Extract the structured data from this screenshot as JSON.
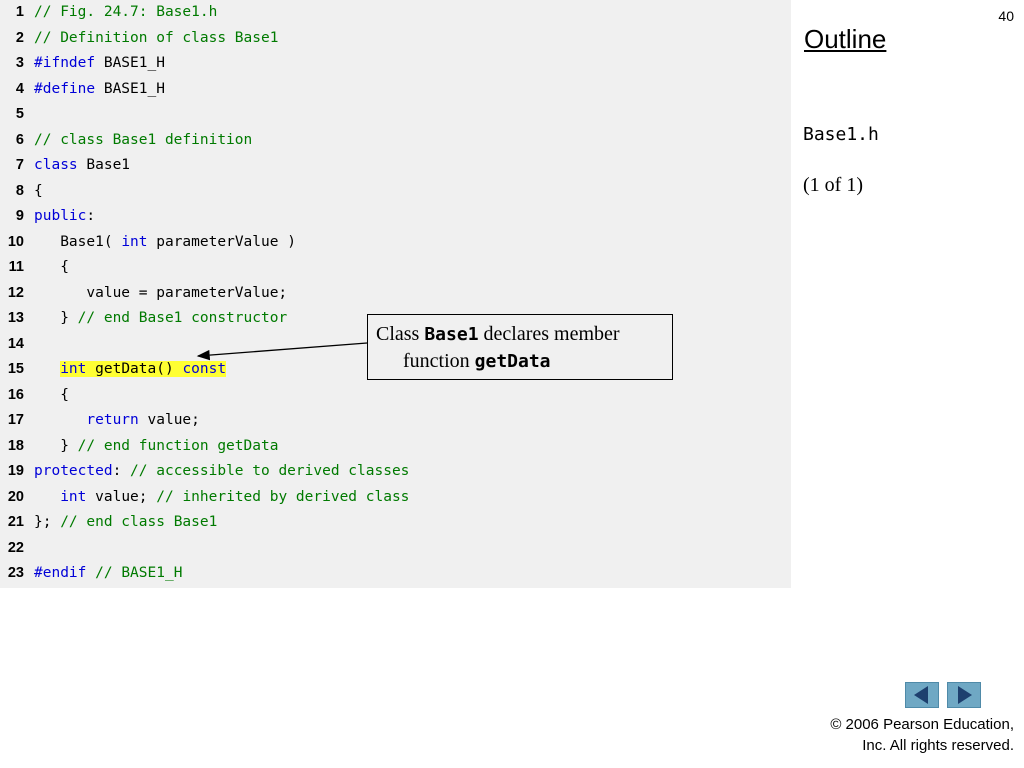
{
  "slide": {
    "number": "40"
  },
  "sidebar": {
    "title": "Outline",
    "file_name": "Base1.h",
    "page_indicator": "(1 of 1)"
  },
  "code": {
    "lines": [
      {
        "num": "1",
        "segments": [
          {
            "t": "// Fig. 24.7: Base1.h",
            "c": "cm"
          }
        ]
      },
      {
        "num": "2",
        "segments": [
          {
            "t": "// Definition of class Base1",
            "c": "cm"
          }
        ]
      },
      {
        "num": "3",
        "segments": [
          {
            "t": "#ifndef",
            "c": "kw"
          },
          {
            "t": " BASE1_H",
            "c": ""
          }
        ]
      },
      {
        "num": "4",
        "segments": [
          {
            "t": "#define",
            "c": "kw"
          },
          {
            "t": " BASE1_H",
            "c": ""
          }
        ]
      },
      {
        "num": "5",
        "segments": []
      },
      {
        "num": "6",
        "segments": [
          {
            "t": "// class Base1 definition",
            "c": "cm"
          }
        ]
      },
      {
        "num": "7",
        "segments": [
          {
            "t": "class",
            "c": "kw"
          },
          {
            "t": " Base1",
            "c": ""
          }
        ]
      },
      {
        "num": "8",
        "segments": [
          {
            "t": "{",
            "c": ""
          }
        ]
      },
      {
        "num": "9",
        "segments": [
          {
            "t": "public",
            "c": "kw"
          },
          {
            "t": ":",
            "c": ""
          }
        ]
      },
      {
        "num": "10",
        "segments": [
          {
            "t": "   Base1( ",
            "c": ""
          },
          {
            "t": "int",
            "c": "kw"
          },
          {
            "t": " parameterValue )",
            "c": ""
          }
        ]
      },
      {
        "num": "11",
        "segments": [
          {
            "t": "   {",
            "c": ""
          }
        ]
      },
      {
        "num": "12",
        "segments": [
          {
            "t": "      value = parameterValue;",
            "c": ""
          }
        ]
      },
      {
        "num": "13",
        "segments": [
          {
            "t": "   } ",
            "c": ""
          },
          {
            "t": "// end Base1 constructor",
            "c": "cm"
          }
        ]
      },
      {
        "num": "14",
        "segments": []
      },
      {
        "num": "15",
        "segments": [
          {
            "t": "   ",
            "c": ""
          },
          {
            "t": "int",
            "c": "kw hl"
          },
          {
            "t": " getData() ",
            "c": "hl"
          },
          {
            "t": "const",
            "c": "kw hl"
          }
        ]
      },
      {
        "num": "16",
        "segments": [
          {
            "t": "   {",
            "c": ""
          }
        ]
      },
      {
        "num": "17",
        "segments": [
          {
            "t": "      ",
            "c": ""
          },
          {
            "t": "return",
            "c": "kw"
          },
          {
            "t": " value;",
            "c": ""
          }
        ]
      },
      {
        "num": "18",
        "segments": [
          {
            "t": "   } ",
            "c": ""
          },
          {
            "t": "// end function getData",
            "c": "cm"
          }
        ]
      },
      {
        "num": "19",
        "segments": [
          {
            "t": "protected",
            "c": "kw"
          },
          {
            "t": ": ",
            "c": ""
          },
          {
            "t": "// accessible to derived classes",
            "c": "cm"
          }
        ]
      },
      {
        "num": "20",
        "segments": [
          {
            "t": "   ",
            "c": ""
          },
          {
            "t": "int",
            "c": "kw"
          },
          {
            "t": " value; ",
            "c": ""
          },
          {
            "t": "// inherited by derived class",
            "c": "cm"
          }
        ]
      },
      {
        "num": "21",
        "segments": [
          {
            "t": "}; ",
            "c": ""
          },
          {
            "t": "// end class Base1",
            "c": "cm"
          }
        ]
      },
      {
        "num": "22",
        "segments": []
      },
      {
        "num": "23",
        "segments": [
          {
            "t": "#endif",
            "c": "kw"
          },
          {
            "t": " ",
            "c": ""
          },
          {
            "t": "// BASE1_H",
            "c": "cm"
          }
        ]
      }
    ]
  },
  "callout": {
    "prefix": "Class ",
    "class_name": "Base1",
    "middle": " declares member",
    "line2_prefix": "function ",
    "function_name": "getData"
  },
  "nav": {
    "prev_icon": "left-triangle-icon",
    "next_icon": "right-triangle-icon"
  },
  "footer": {
    "line1": "© 2006 Pearson Education,",
    "line2": "Inc.  All rights reserved."
  },
  "colors": {
    "keyword": "#0000d8",
    "comment": "#007a00",
    "highlight": "#ffff33",
    "code_background": "#f0f0f0",
    "nav_button": "#6fa8c4"
  }
}
